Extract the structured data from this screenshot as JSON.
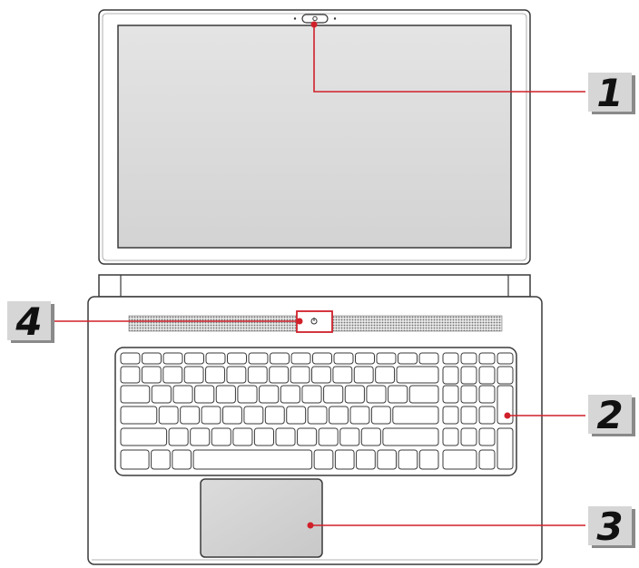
{
  "colors": {
    "callout_red": "#d0202a",
    "outline": "#3a3a3a",
    "screen_fill": "#d9d9d9",
    "badge_fill": "#d6d6d6",
    "badge_shadow": "#8a8a8a",
    "speaker_fill": "#b8b8b8"
  },
  "callouts": [
    {
      "number": "1",
      "part": "webcam"
    },
    {
      "number": "2",
      "part": "keyboard"
    },
    {
      "number": "3",
      "part": "touchpad"
    },
    {
      "number": "4",
      "part": "power-button"
    }
  ]
}
